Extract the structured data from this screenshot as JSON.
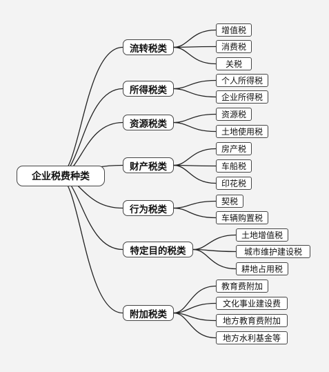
{
  "root": {
    "label": "企业税费种类"
  },
  "categories": [
    {
      "label": "流转税类",
      "items": [
        "增值税",
        "消费税",
        "关税"
      ]
    },
    {
      "label": "所得税类",
      "items": [
        "个人所得税",
        "企业所得税"
      ]
    },
    {
      "label": "资源税类",
      "items": [
        "资源税",
        "土地使用税"
      ]
    },
    {
      "label": "财产税类",
      "items": [
        "房产税",
        "车船税",
        "印花税"
      ]
    },
    {
      "label": "行为税类",
      "items": [
        "契税",
        "车辆购置税"
      ]
    },
    {
      "label": "特定目的税类",
      "items": [
        "土地增值税",
        "城市维护建设税",
        "耕地占用税"
      ]
    },
    {
      "label": "附加税类",
      "items": [
        "教育费附加",
        "文化事业建设费",
        "地方教育费附加",
        "地方水利基金等"
      ]
    }
  ]
}
